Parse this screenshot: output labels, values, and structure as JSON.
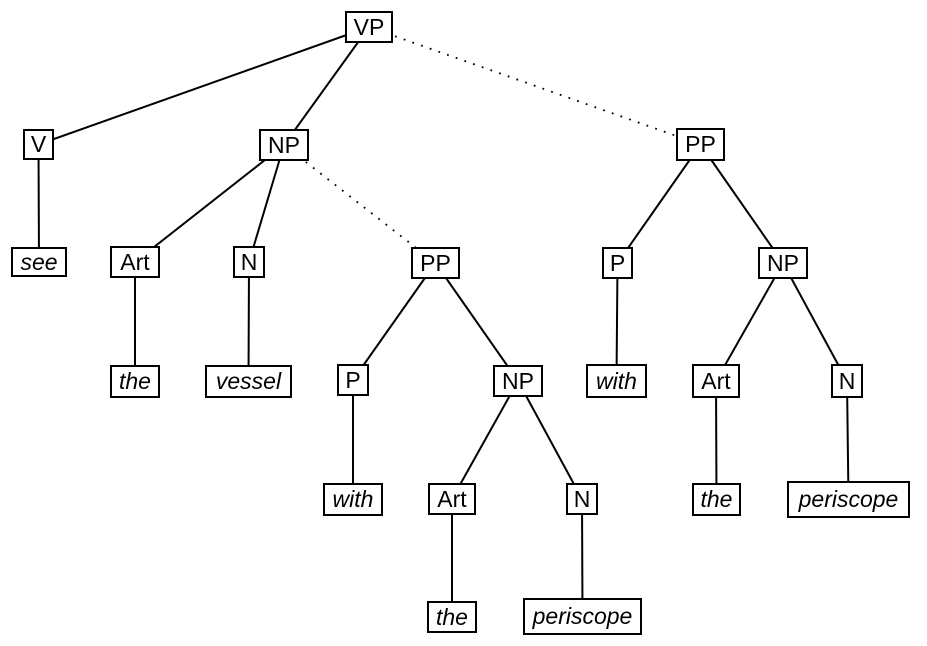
{
  "diagram": {
    "type": "syntax-parse-tree",
    "background_color": "#ffffff",
    "line_color": "#000000",
    "sentence_fragment": "see the vessel with the periscope",
    "nodes": {
      "vp": {
        "label": "VP",
        "terminal": false
      },
      "v": {
        "label": "V",
        "terminal": false
      },
      "np_obj": {
        "label": "NP",
        "terminal": false
      },
      "pp_high": {
        "label": "PP",
        "terminal": false
      },
      "see": {
        "label": "see",
        "terminal": true
      },
      "art_vessel": {
        "label": "Art",
        "terminal": false
      },
      "n_vessel": {
        "label": "N",
        "terminal": false
      },
      "pp_low": {
        "label": "PP",
        "terminal": false
      },
      "p_high": {
        "label": "P",
        "terminal": false
      },
      "np_high": {
        "label": "NP",
        "terminal": false
      },
      "the_vessel": {
        "label": "the",
        "terminal": true
      },
      "vessel": {
        "label": "vessel",
        "terminal": true
      },
      "p_low": {
        "label": "P",
        "terminal": false
      },
      "np_low": {
        "label": "NP",
        "terminal": false
      },
      "with_high": {
        "label": "with",
        "terminal": true
      },
      "art_high": {
        "label": "Art",
        "terminal": false
      },
      "n_high": {
        "label": "N",
        "terminal": false
      },
      "with_low": {
        "label": "with",
        "terminal": true
      },
      "art_low": {
        "label": "Art",
        "terminal": false
      },
      "n_low": {
        "label": "N",
        "terminal": false
      },
      "the_high": {
        "label": "the",
        "terminal": true
      },
      "periscope_high": {
        "label": "periscope",
        "terminal": true
      },
      "the_low": {
        "label": "the",
        "terminal": true
      },
      "periscope_low": {
        "label": "periscope",
        "terminal": true
      }
    },
    "edges": [
      {
        "from": "vp",
        "to": "v",
        "style": "solid"
      },
      {
        "from": "vp",
        "to": "np_obj",
        "style": "solid"
      },
      {
        "from": "vp",
        "to": "pp_high",
        "style": "dotted"
      },
      {
        "from": "v",
        "to": "see",
        "style": "solid"
      },
      {
        "from": "np_obj",
        "to": "art_vessel",
        "style": "solid"
      },
      {
        "from": "np_obj",
        "to": "n_vessel",
        "style": "solid"
      },
      {
        "from": "np_obj",
        "to": "pp_low",
        "style": "dotted"
      },
      {
        "from": "art_vessel",
        "to": "the_vessel",
        "style": "solid"
      },
      {
        "from": "n_vessel",
        "to": "vessel",
        "style": "solid"
      },
      {
        "from": "pp_low",
        "to": "p_low",
        "style": "solid"
      },
      {
        "from": "pp_low",
        "to": "np_low",
        "style": "solid"
      },
      {
        "from": "p_low",
        "to": "with_low",
        "style": "solid"
      },
      {
        "from": "np_low",
        "to": "art_low",
        "style": "solid"
      },
      {
        "from": "np_low",
        "to": "n_low",
        "style": "solid"
      },
      {
        "from": "art_low",
        "to": "the_low",
        "style": "solid"
      },
      {
        "from": "n_low",
        "to": "periscope_low",
        "style": "solid"
      },
      {
        "from": "pp_high",
        "to": "p_high",
        "style": "solid"
      },
      {
        "from": "pp_high",
        "to": "np_high",
        "style": "solid"
      },
      {
        "from": "p_high",
        "to": "with_high",
        "style": "solid"
      },
      {
        "from": "np_high",
        "to": "art_high",
        "style": "solid"
      },
      {
        "from": "np_high",
        "to": "n_high",
        "style": "solid"
      },
      {
        "from": "art_high",
        "to": "the_high",
        "style": "solid"
      },
      {
        "from": "n_high",
        "to": "periscope_high",
        "style": "solid"
      }
    ]
  }
}
